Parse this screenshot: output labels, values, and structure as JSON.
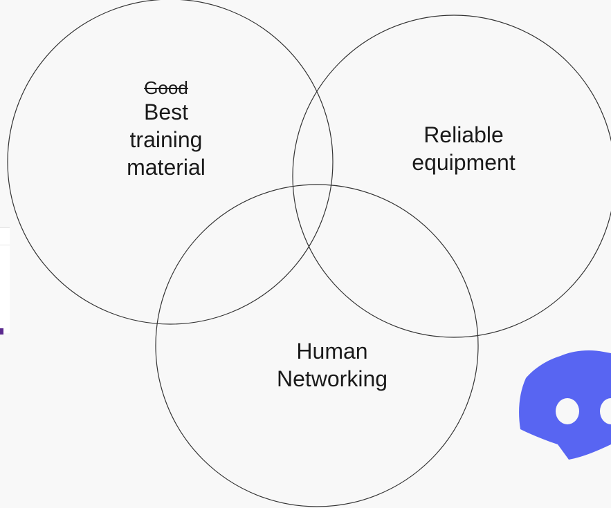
{
  "diagram": {
    "circle_a": {
      "struck_text": "Good",
      "lines": [
        "Best",
        "training",
        "material"
      ]
    },
    "circle_b": {
      "lines": [
        "Reliable",
        "equipment"
      ]
    },
    "circle_c": {
      "lines": [
        "Human",
        "Networking"
      ]
    }
  },
  "colors": {
    "background": "#f8f8f8",
    "circle_stroke": "#333333",
    "text": "#1a1a1a",
    "discord_blurple": "#5865f2",
    "accent": "#5b2a8e"
  },
  "icons": {
    "logo": "discord-logo-icon"
  }
}
